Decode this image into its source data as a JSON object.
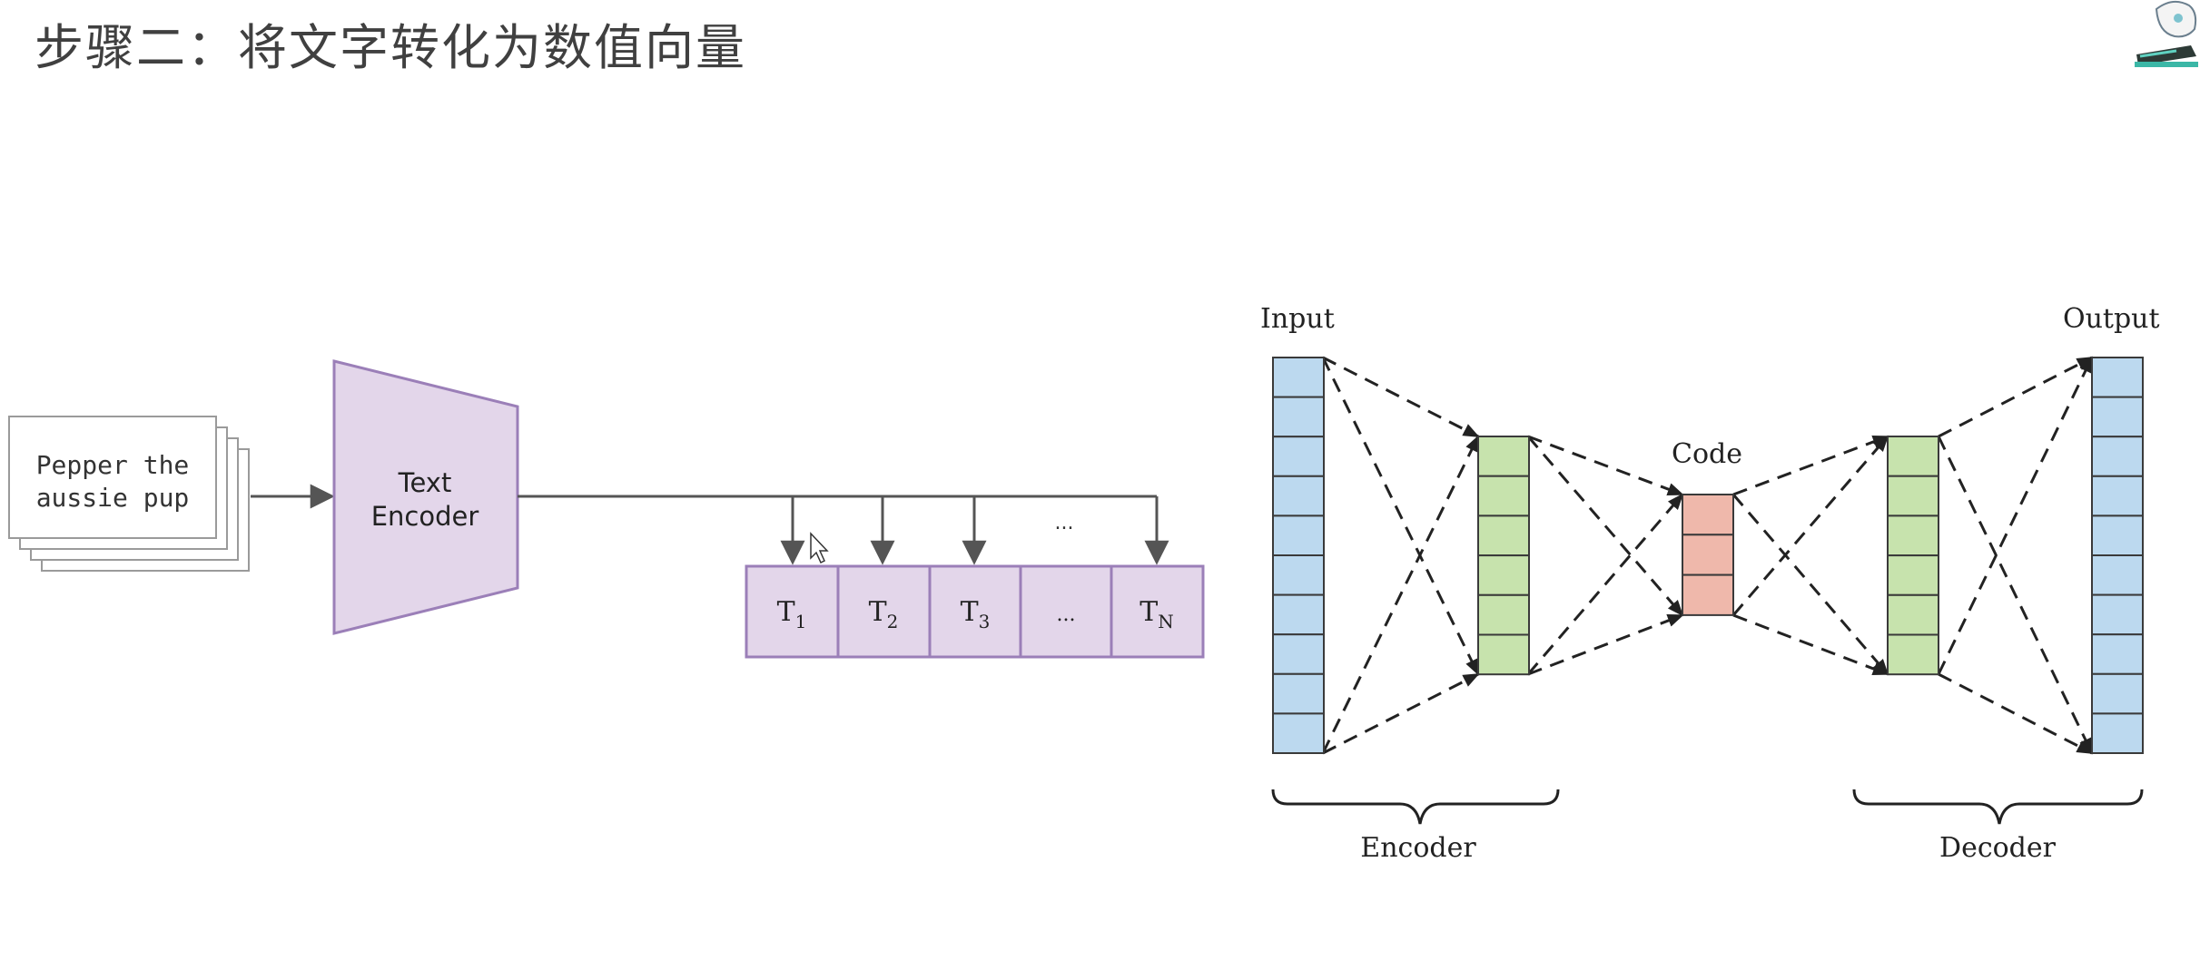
{
  "title": "步骤二：将文字转化为数值向量",
  "text_encoder_diagram": {
    "input_text_line1": "Pepper the",
    "input_text_line2": "aussie pup",
    "encoder_label_line1": "Text",
    "encoder_label_line2": "Encoder",
    "top_ellipsis": "...",
    "tokens": [
      {
        "base": "T",
        "sub": "1"
      },
      {
        "base": "T",
        "sub": "2"
      },
      {
        "base": "T",
        "sub": "3"
      },
      {
        "base": "...",
        "sub": ""
      },
      {
        "base": "T",
        "sub": "N"
      }
    ],
    "colors": {
      "encoder_fill": "#e3d6ea",
      "encoder_stroke": "#9b7fb8",
      "token_fill": "#e3d6ea",
      "token_stroke": "#9b7fb8",
      "arrow": "#555555"
    }
  },
  "autoencoder_diagram": {
    "input_label": "Input",
    "output_label": "Output",
    "code_label": "Code",
    "encoder_label": "Encoder",
    "decoder_label": "Decoder",
    "layer_cells": {
      "input": 10,
      "hidden_encoder": 6,
      "code": 3,
      "hidden_decoder": 6,
      "output": 10
    },
    "colors": {
      "input_output": "#bcd9ef",
      "hidden": "#c7e3ad",
      "code": "#efb8ab",
      "cell_stroke": "#3a3a3a"
    }
  }
}
